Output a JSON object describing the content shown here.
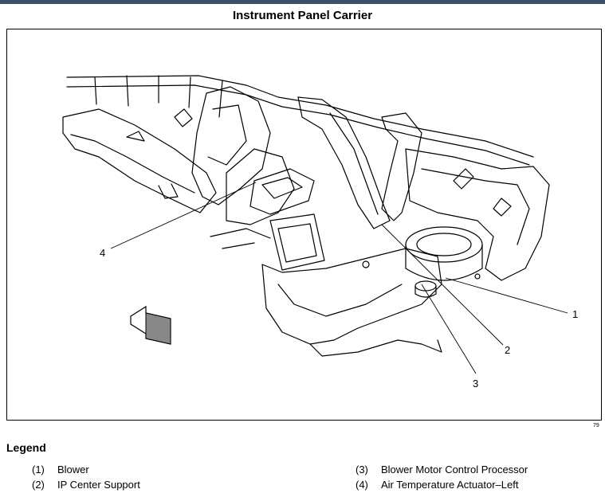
{
  "title": "Instrument Panel Carrier",
  "figure_code": "79",
  "callouts": [
    "1",
    "2",
    "3",
    "4"
  ],
  "legend": {
    "heading": "Legend",
    "items": [
      {
        "num": "(1)",
        "label": "Blower"
      },
      {
        "num": "(2)",
        "label": "IP Center Support"
      },
      {
        "num": "(3)",
        "label": "Blower Motor Control Processor"
      },
      {
        "num": "(4)",
        "label": "Air Temperature Actuator–Left"
      }
    ]
  }
}
